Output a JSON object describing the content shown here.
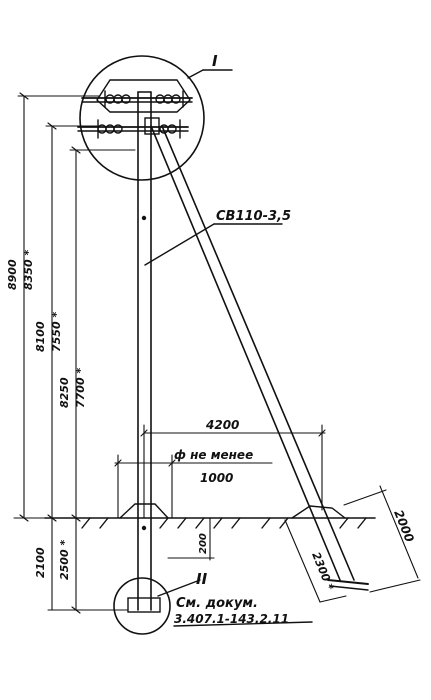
{
  "labels": {
    "callout_1": "I",
    "callout_2": "II",
    "strut": "СВ110-3,5",
    "dim_8900": "8900",
    "dim_8350": "8350 *",
    "dim_8100": "8100",
    "dim_7550": "7550 *",
    "dim_8250": "8250",
    "dim_7700": "7700 *",
    "dim_2100": "2100",
    "dim_2500": "2500 *",
    "dim_200": "200",
    "dim_4200": "4200",
    "diam_note": "ф не менее",
    "dim_1000": "1000",
    "dim_2000": "2000",
    "dim_2300": "2300 *",
    "doc_line1": "См. докум.",
    "doc_line2": "3.407.1-143.2.11"
  }
}
